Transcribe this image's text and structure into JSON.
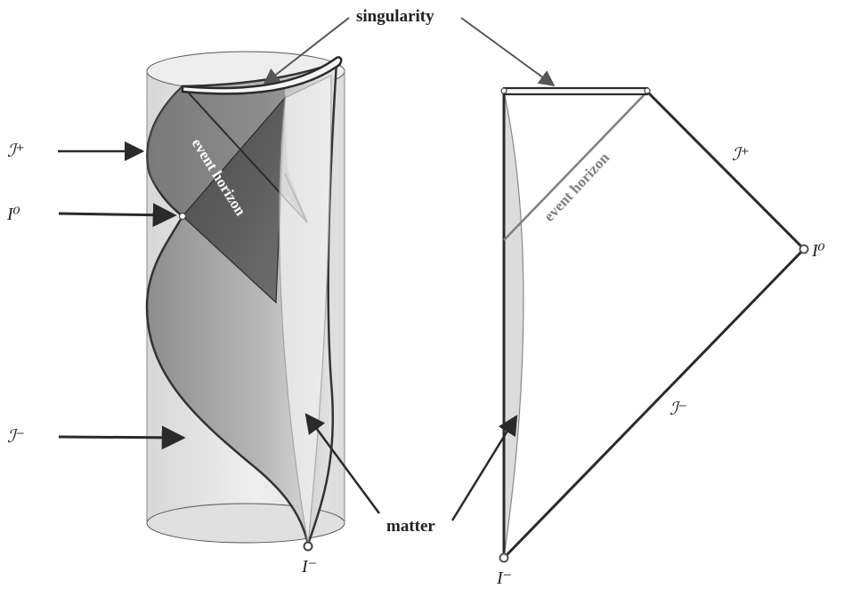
{
  "labels": {
    "singularity": "singularity",
    "matter": "matter",
    "event_horizon_left": "event horizon",
    "event_horizon_right": "event horizon",
    "scri_plus_left": "ℐ⁺",
    "scri_minus_left": "ℐ⁻",
    "i_zero_left": "I⁰",
    "i_minus_left": "I⁻",
    "scri_plus_right": "ℐ⁺",
    "scri_minus_right": "ℐ⁻",
    "i_zero_right": "I⁰",
    "i_minus_right": "I⁻"
  },
  "colors": {
    "outline": "#2a2a2a",
    "event_horizon_right": "#808080",
    "matter_fill": "#dcdcdc",
    "dark_region": "#555555",
    "cylinder_fill": "#e6e6e6"
  }
}
